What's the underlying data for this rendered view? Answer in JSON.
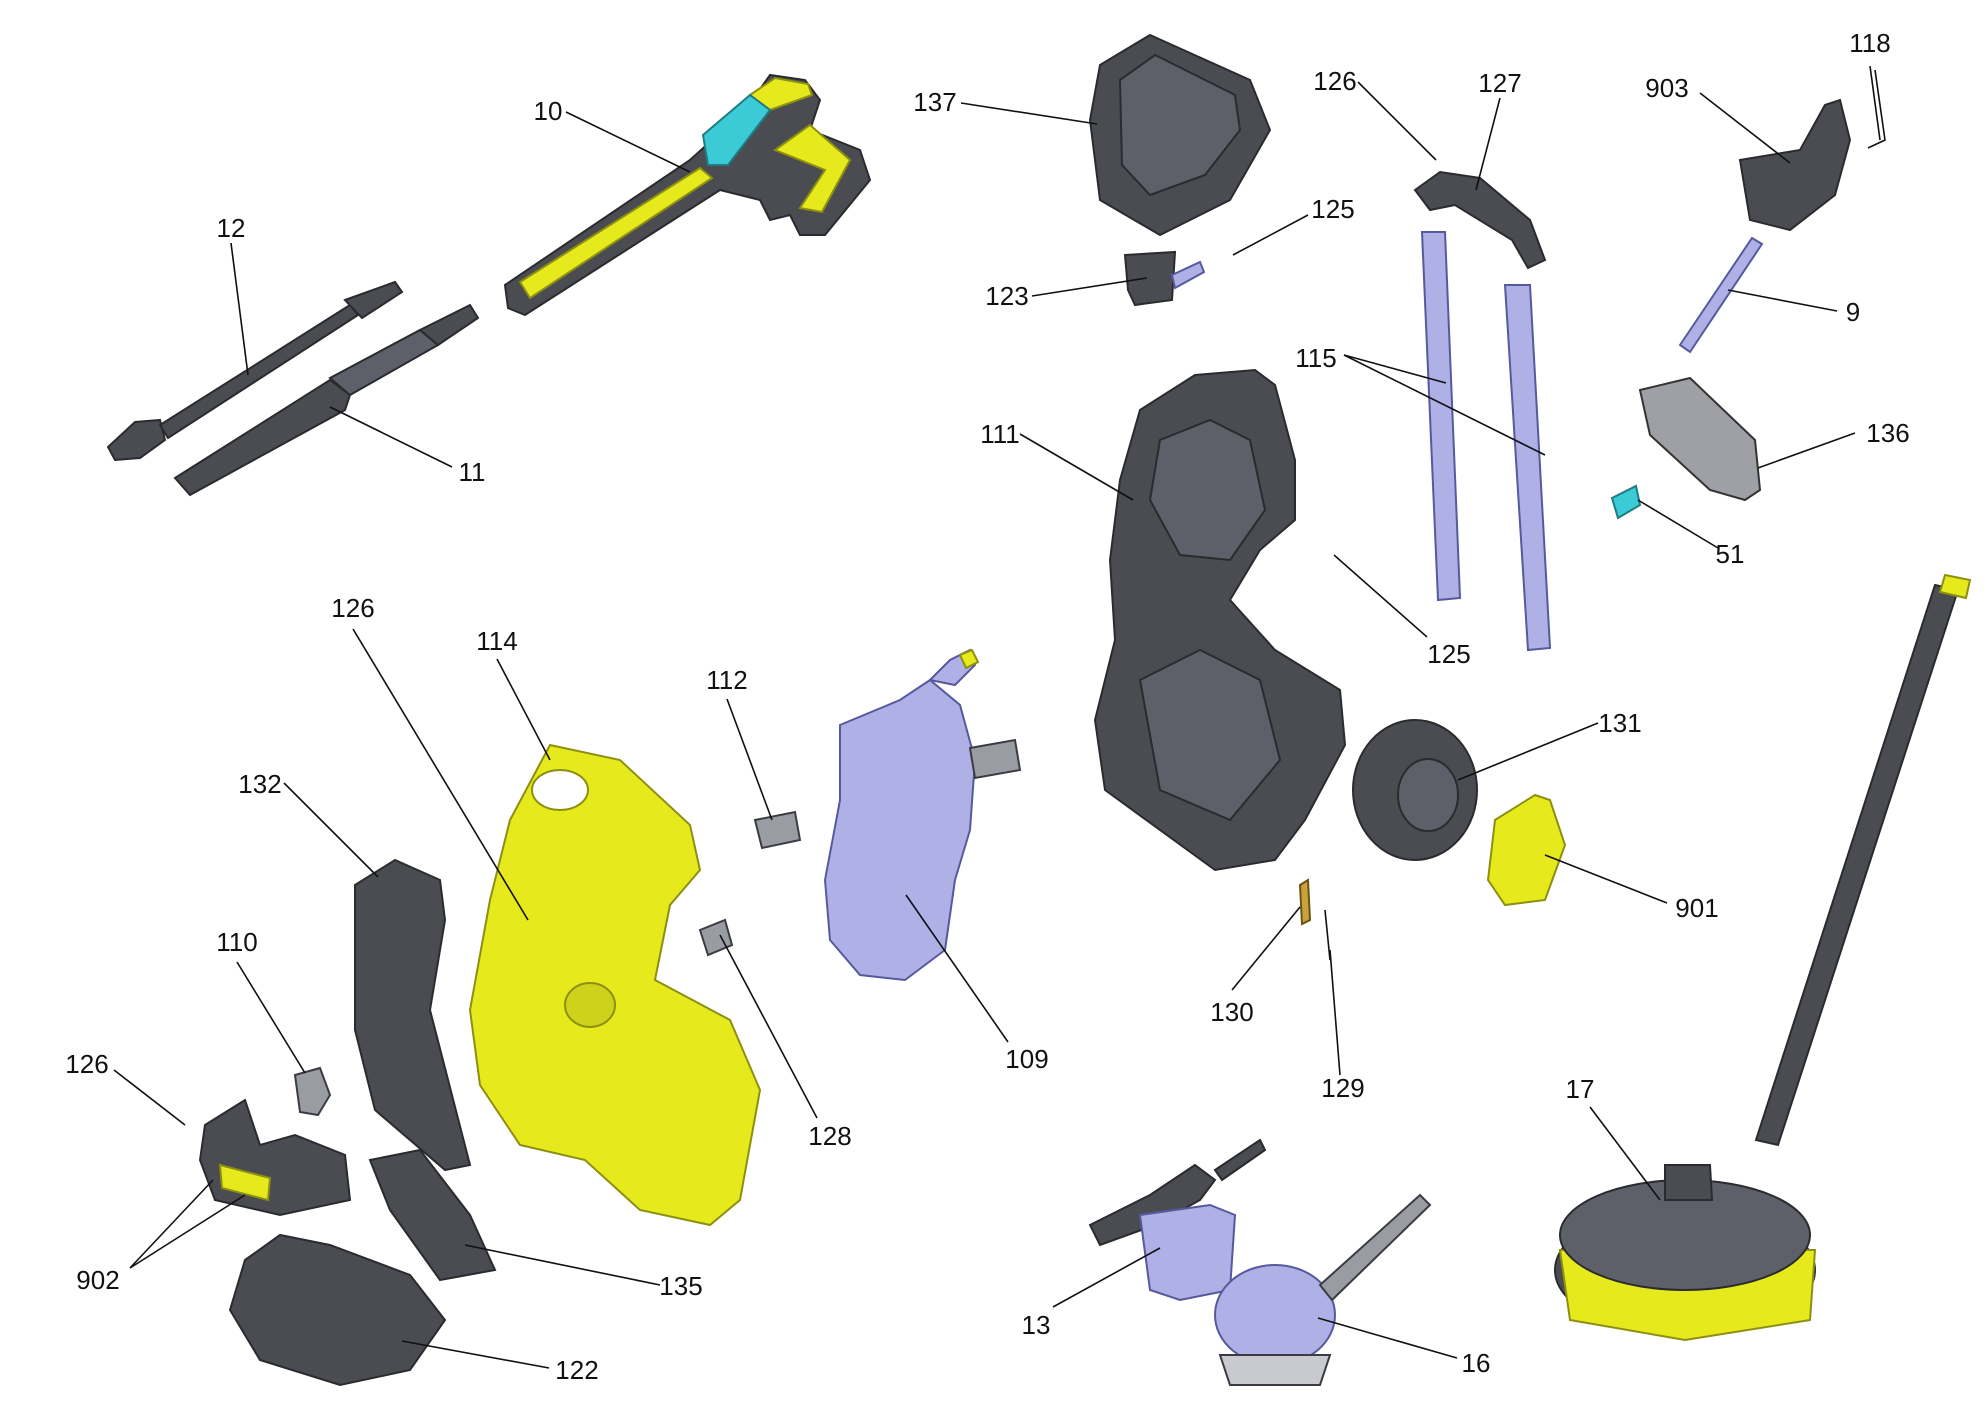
{
  "diagram": {
    "callouts": [
      "10",
      "12",
      "11",
      "137",
      "126",
      "127",
      "118",
      "903",
      "125",
      "123",
      "9",
      "115",
      "136",
      "111",
      "51",
      "125",
      "126",
      "114",
      "112",
      "132",
      "131",
      "110",
      "901",
      "109",
      "130",
      "126",
      "128",
      "129",
      "17",
      "902",
      "135",
      "13",
      "122",
      "16"
    ]
  },
  "colors": {
    "housing_dark": "#4a4c52",
    "accent_yellow": "#e6ea1c",
    "pump_lavender": "#aeb0e6",
    "label_teal": "#3bcbd6"
  }
}
